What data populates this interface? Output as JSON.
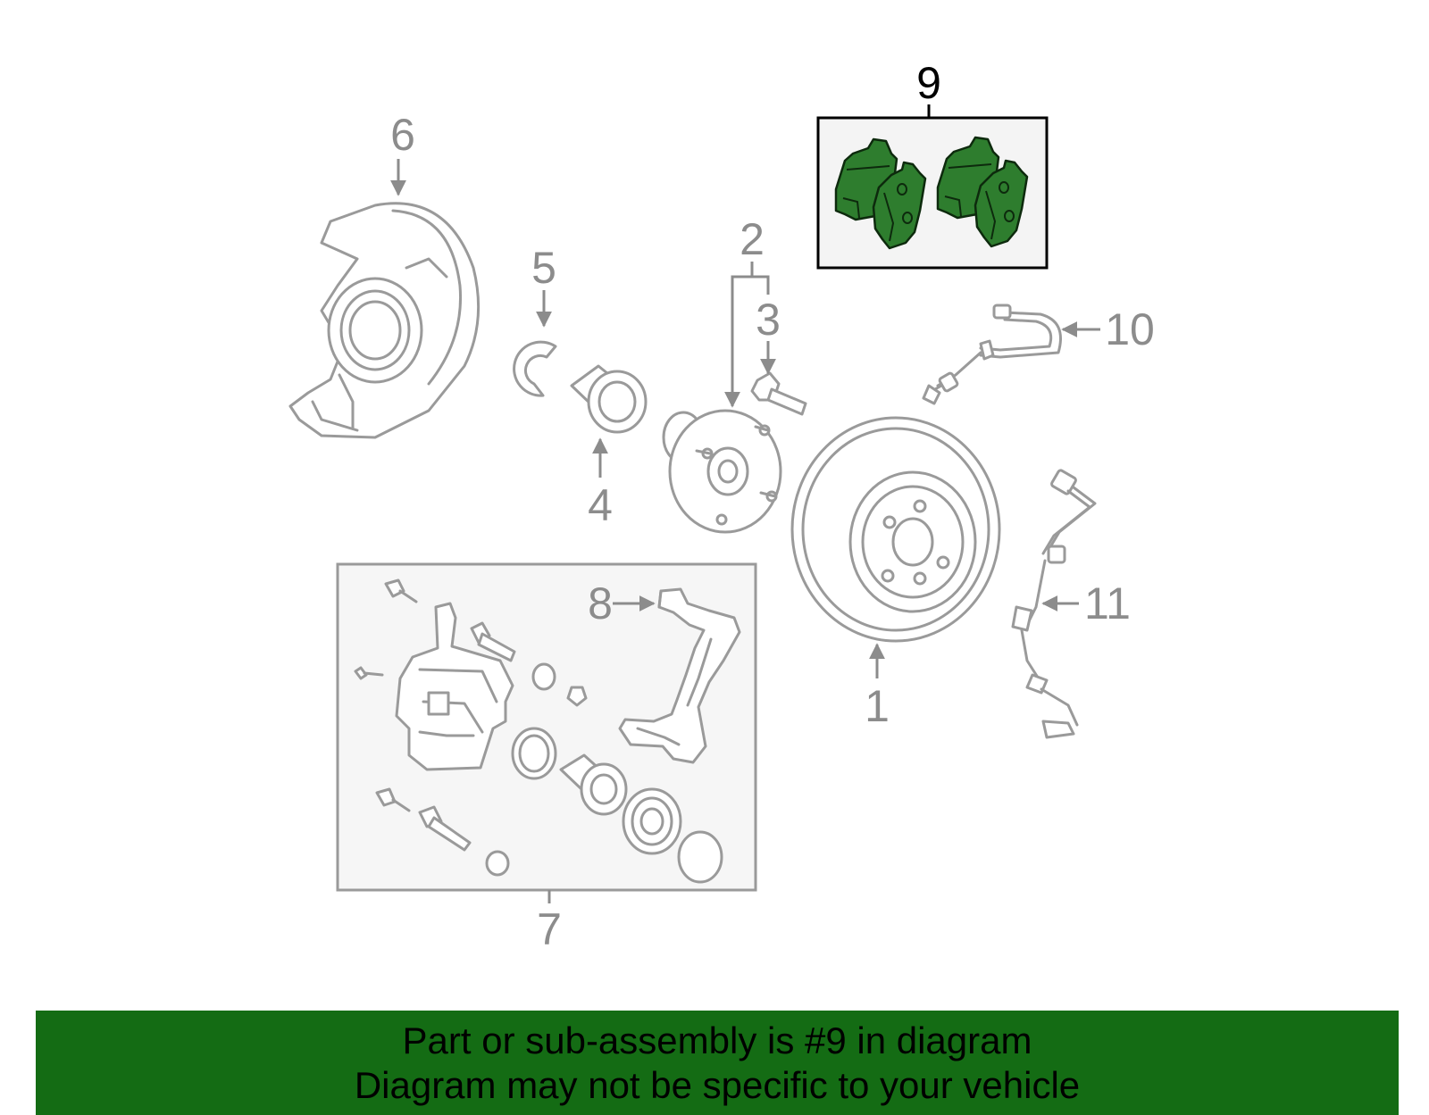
{
  "callouts": {
    "c1": "1",
    "c2": "2",
    "c3": "3",
    "c4": "4",
    "c5": "5",
    "c6": "6",
    "c7": "7",
    "c8": "8",
    "c9": "9",
    "c10": "10",
    "c11": "11"
  },
  "highlighted_callout": "9",
  "colors": {
    "banner_background": "#146c14",
    "highlight_pad_fill": "#2e7d2e",
    "part_outline": "#9a9a9a",
    "callout_text": "#8c8c8c"
  },
  "banner": {
    "line1": "Part or sub-assembly is #9 in diagram",
    "line2": "Diagram may not be specific to your vehicle"
  }
}
